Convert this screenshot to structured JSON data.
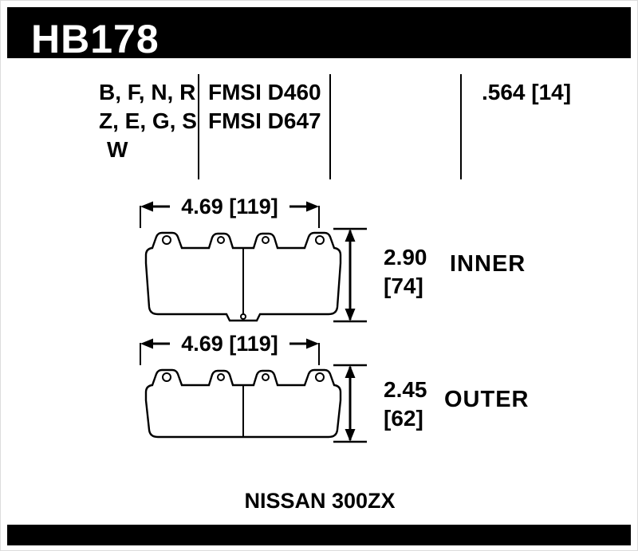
{
  "header": {
    "part_number": "HB178"
  },
  "specs": {
    "compound_lines": [
      "B, F, N, R",
      "Z, E, G, S",
      "W"
    ],
    "fmsi_lines": [
      "FMSI D460",
      "FMSI D647"
    ],
    "thickness": ".564 [14]"
  },
  "inner": {
    "width": "4.69 [119]",
    "height_in": "2.90",
    "height_mm": "[74]",
    "label": "INNER"
  },
  "outer": {
    "width": "4.69 [119]",
    "height_in": "2.45",
    "height_mm": "[62]",
    "label": "OUTER"
  },
  "footer": {
    "vehicle": "NISSAN 300ZX"
  }
}
